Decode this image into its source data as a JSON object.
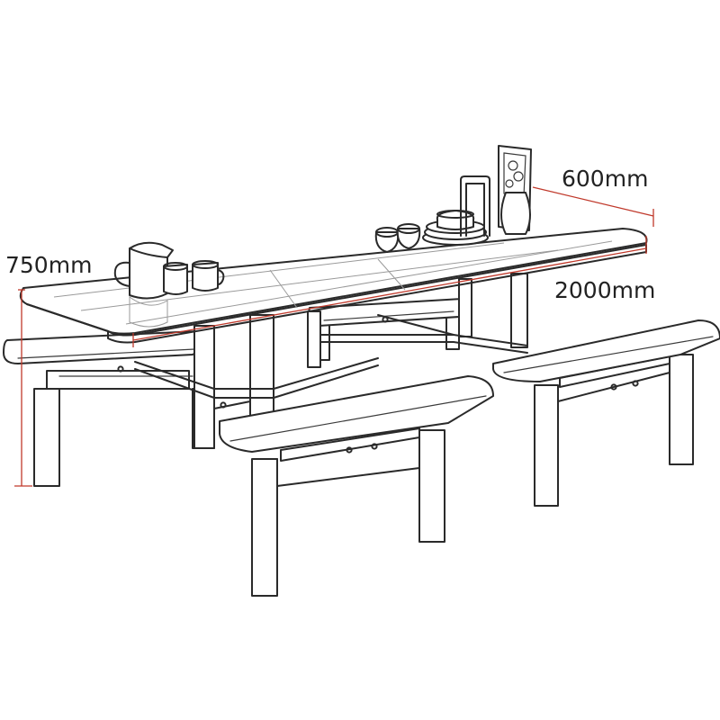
{
  "dimensions": {
    "height_label": "750mm",
    "depth_label": "600mm",
    "length_label": "2000mm"
  },
  "colors": {
    "line": "#2a2a2a",
    "dimension_line": "#c0392b",
    "background": "#ffffff"
  }
}
